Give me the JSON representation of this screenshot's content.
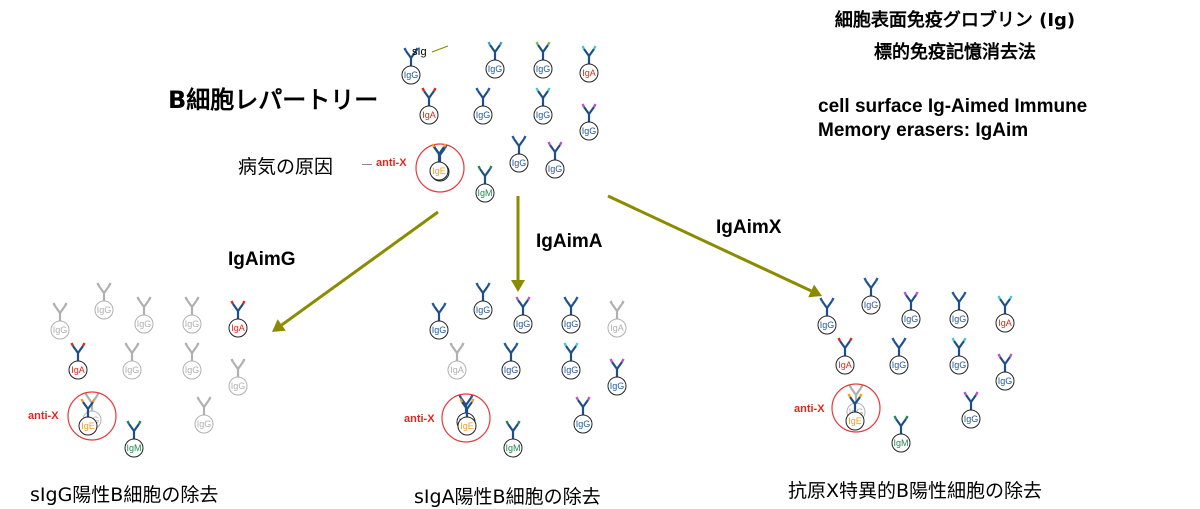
{
  "title": {
    "line1": "細胞表面免疫グロブリン (Ig)",
    "line2": "標的免疫記憶消去法",
    "english_line1": "cell surface Ig-Aimed Immune",
    "english_line2": "Memory erasers: IgAim"
  },
  "repertoire": {
    "heading": "B細胞レパートリー",
    "sig_label": "sIg",
    "pathogen_label": "病気の原因",
    "antix_label": "anti-X"
  },
  "arrows": {
    "left_label": "IgAimG",
    "middle_label": "IgAimA",
    "right_label": "IgAimX"
  },
  "results": {
    "left": {
      "caption": "sIgG陽性B細胞の除去",
      "antix_label": "anti-X"
    },
    "middle": {
      "caption": "sIgA陽性B細胞の除去",
      "antix_label": "anti-X"
    },
    "right": {
      "caption": "抗原X特異的B陽性細胞の除去",
      "antix_label": "anti-X"
    }
  },
  "colors": {
    "arrow": "#8b8b00",
    "highlight_ring": "#e8393a",
    "antix_text": "#e3261d",
    "IgG": "#1f5aa6",
    "IgA": "#e3261d",
    "IgM": "#1e8a4a",
    "IgE": "#f0a020",
    "faded": "#b0b0b0"
  },
  "cells": {
    "top": [
      {
        "label": "IgG",
        "tips": "#1f5aa6",
        "antix": true
      },
      {
        "label": "IgG",
        "tips": "#3aa6d8"
      },
      {
        "label": "IgG",
        "tips": "#7ab84a"
      },
      {
        "label": "IgA",
        "tips": "#3ccdd0"
      },
      {
        "label": "IgA",
        "tips": "#e3261d"
      },
      {
        "label": "IgG",
        "tips": "#1f5aa6"
      },
      {
        "label": "IgG",
        "tips": "#3ccdd0"
      },
      {
        "label": "IgG",
        "tips": "#c050c8"
      },
      {
        "label": "IgG",
        "tips": "#1f5aa6"
      },
      {
        "label": "IgG",
        "tips": "#c050c8"
      },
      {
        "label": "IgE",
        "tips": "#f0a020"
      },
      {
        "label": "IgM",
        "tips": "#1e8a4a"
      },
      {
        "label": "IgG",
        "tips": "#1f5aa6"
      }
    ],
    "left": [
      {
        "label": "IgG",
        "tips": "#b0b0b0",
        "faded": true
      },
      {
        "label": "IgG",
        "tips": "#b0b0b0",
        "faded": true
      },
      {
        "label": "IgG",
        "tips": "#b0b0b0",
        "faded": true
      },
      {
        "label": "IgA",
        "tips": "#e3261d"
      },
      {
        "label": "IgA",
        "tips": "#e3261d"
      },
      {
        "label": "IgG",
        "tips": "#b0b0b0",
        "faded": true
      },
      {
        "label": "IgG",
        "tips": "#b0b0b0",
        "faded": true
      },
      {
        "label": "IgG",
        "tips": "#b0b0b0",
        "faded": true
      },
      {
        "label": "IgG",
        "tips": "#b0b0b0",
        "faded": true
      },
      {
        "label": "IgG",
        "tips": "#b0b0b0",
        "faded": true
      },
      {
        "label": "IgE",
        "tips": "#f0a020"
      },
      {
        "label": "IgM",
        "tips": "#1e8a4a"
      },
      {
        "label": "IgG",
        "tips": "#b0b0b0",
        "faded": true
      }
    ],
    "middle": [
      {
        "label": "IgG",
        "tips": "#1f5aa6"
      },
      {
        "label": "IgG",
        "tips": "#c050c8"
      },
      {
        "label": "IgG",
        "tips": "#1f5aa6"
      },
      {
        "label": "IgA",
        "tips": "#b0b0b0",
        "faded": true
      },
      {
        "label": "IgA",
        "tips": "#b0b0b0",
        "faded": true
      },
      {
        "label": "IgG",
        "tips": "#1f5aa6"
      },
      {
        "label": "IgG",
        "tips": "#3ccdd0"
      },
      {
        "label": "IgG",
        "tips": "#c050c8"
      },
      {
        "label": "IgG",
        "tips": "#1f5aa6"
      },
      {
        "label": "IgG",
        "tips": "#c050c8"
      },
      {
        "label": "IgE",
        "tips": "#f0a020"
      },
      {
        "label": "IgM",
        "tips": "#1e8a4a"
      },
      {
        "label": "IgG",
        "tips": "#1f5aa6"
      }
    ],
    "right": [
      {
        "label": "IgG",
        "tips": "#1f5aa6"
      },
      {
        "label": "IgG",
        "tips": "#c050c8"
      },
      {
        "label": "IgG",
        "tips": "#1f5aa6"
      },
      {
        "label": "IgA",
        "tips": "#3ccdd0"
      },
      {
        "label": "IgA",
        "tips": "#e3261d"
      },
      {
        "label": "IgG",
        "tips": "#1f5aa6"
      },
      {
        "label": "IgG",
        "tips": "#3ccdd0"
      },
      {
        "label": "IgG",
        "tips": "#c050c8"
      },
      {
        "label": "IgG",
        "tips": "#b0b0b0",
        "faded": true
      },
      {
        "label": "IgG",
        "tips": "#c050c8"
      },
      {
        "label": "IgE",
        "tips": "#f0a020"
      },
      {
        "label": "IgM",
        "tips": "#1e8a4a"
      },
      {
        "label": "IgG",
        "tips": "#1f5aa6"
      }
    ]
  }
}
